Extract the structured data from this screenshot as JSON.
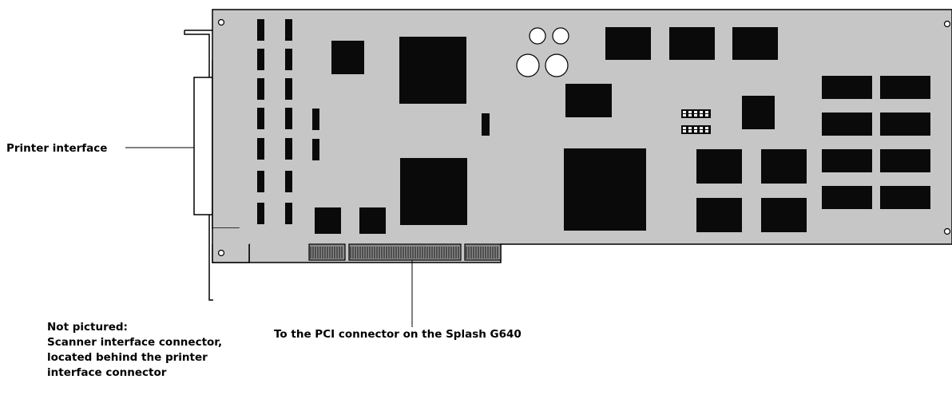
{
  "callouts": {
    "printer_interface": "Printer interface",
    "pci_connector": "To the PCI connector on the Splash G640",
    "not_pictured": {
      "heading": "Not pictured:",
      "lines": [
        "Scanner interface connector,",
        "located behind the printer",
        "interface connector"
      ]
    }
  },
  "colors": {
    "board": "#c6c6c6",
    "component": "#0a0a0a",
    "outline": "#000000",
    "background": "#ffffff"
  }
}
